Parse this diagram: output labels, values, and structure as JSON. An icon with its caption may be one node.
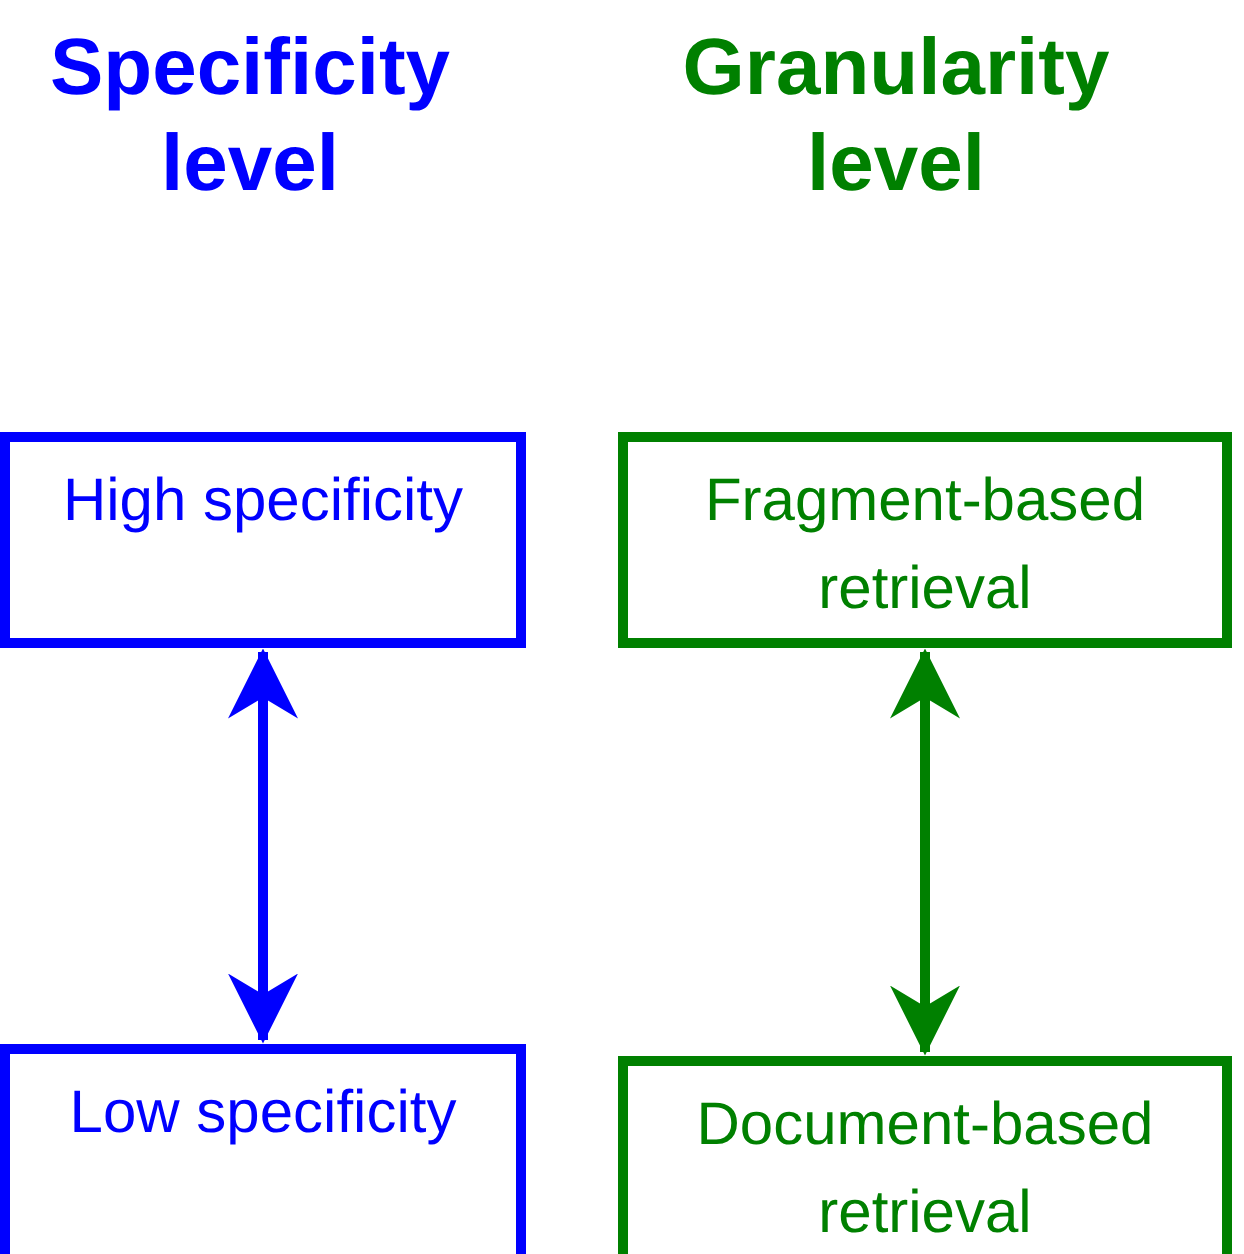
{
  "diagram": {
    "nodes": [
      {
        "text": [
          "High specificity"
        ]
      },
      {
        "text": [
          "Fragment-based retrieval"
        ]
      },
      {
        "text": [
          "Low specificity"
        ]
      },
      {
        "text": [
          "Document-based retrieval"
        ]
      }
    ],
    "edges": [
      {
        "from": 0,
        "to": 2,
        "arrow": "both",
        "color": "#0000ff"
      },
      {
        "from": 1,
        "to": 3,
        "arrow": "both",
        "color": "#008000"
      }
    ],
    "labels": [
      "Specificity level",
      "Granularity level"
    ]
  }
}
